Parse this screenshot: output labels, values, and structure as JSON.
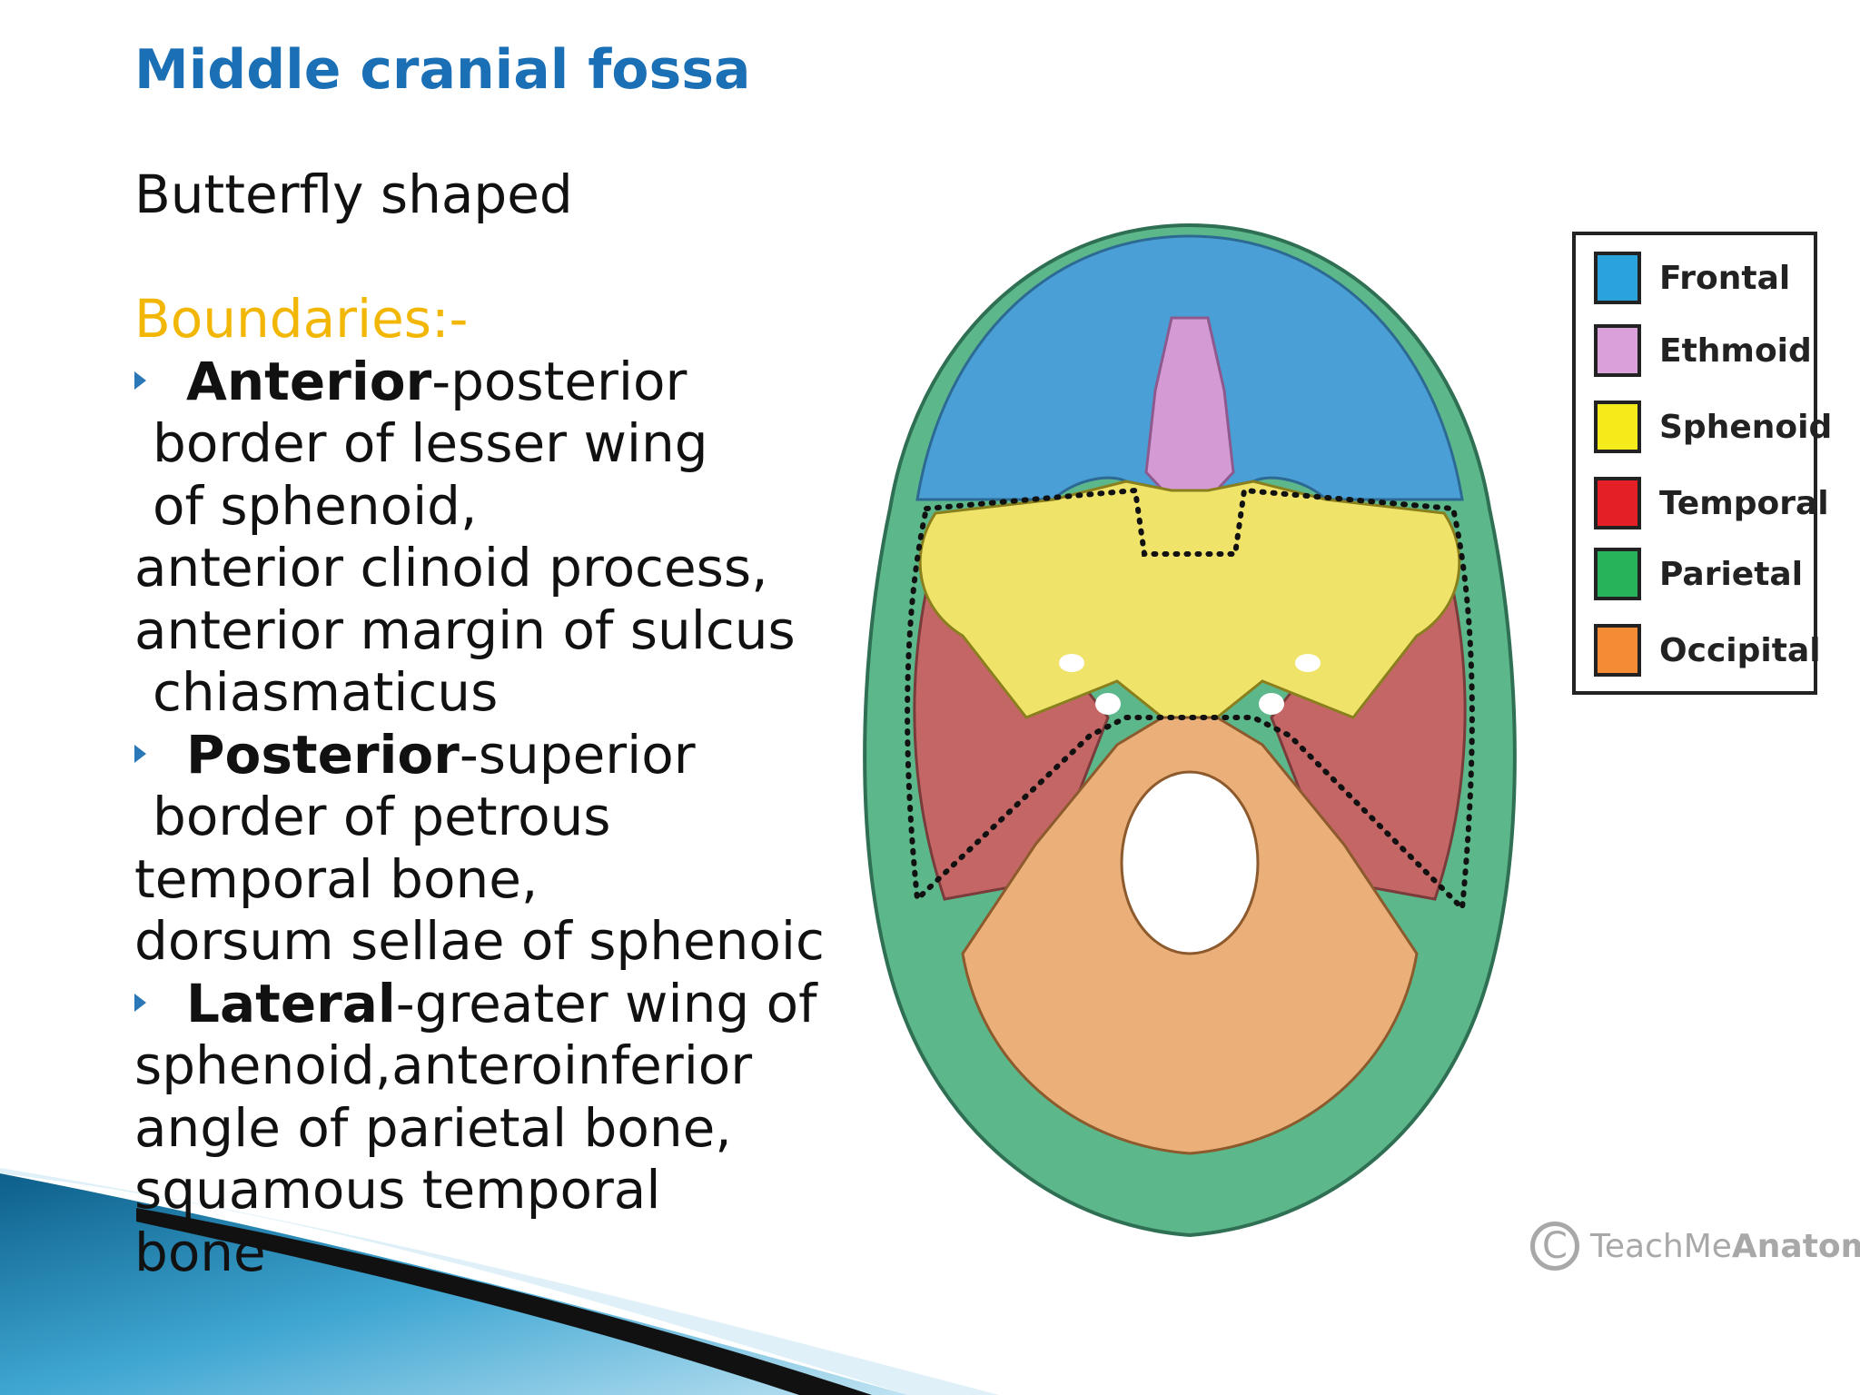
{
  "slide": {
    "title": "Middle cranial fossa",
    "subtitle": "Butterfly shaped",
    "boundaries_heading": "Boundaries:-",
    "anterior": {
      "label": "Anterior",
      "line1": "-posterior",
      "line2": "border of lesser wing",
      "line3": "of sphenoid,",
      "line4": "anterior clinoid process,",
      "line5": "anterior margin of sulcus",
      "line6": "chiasmaticus"
    },
    "posterior": {
      "label": "Posterior",
      "line1": "-superior",
      "line2": "border of petrous",
      "line3": "temporal bone,",
      "line4": "dorsum sellae of sphenoic"
    },
    "lateral": {
      "label": "Lateral",
      "line1": "-greater wing of",
      "line2": "sphenoid,anteroinferior",
      "line3": "angle of parietal bone,",
      "line4": "squamous temporal",
      "line5": "bone"
    }
  },
  "legend": {
    "items": [
      {
        "label": "Frontal",
        "color": "#2aa3dc"
      },
      {
        "label": "Ethmoid",
        "color": "#d9a0d9"
      },
      {
        "label": "Sphenoid",
        "color": "#f5ea1a"
      },
      {
        "label": "Temporal",
        "color": "#e41f26"
      },
      {
        "label": "Parietal",
        "color": "#26b35a"
      },
      {
        "label": "Occipital",
        "color": "#f58b35"
      }
    ]
  },
  "watermark": {
    "symbol": "C",
    "text_light": "TeachMe",
    "text_bold": "Anatomy"
  },
  "colors": {
    "title": "#1a6fb5",
    "heading": "#f2b705",
    "bullet": "#2a78b8"
  }
}
